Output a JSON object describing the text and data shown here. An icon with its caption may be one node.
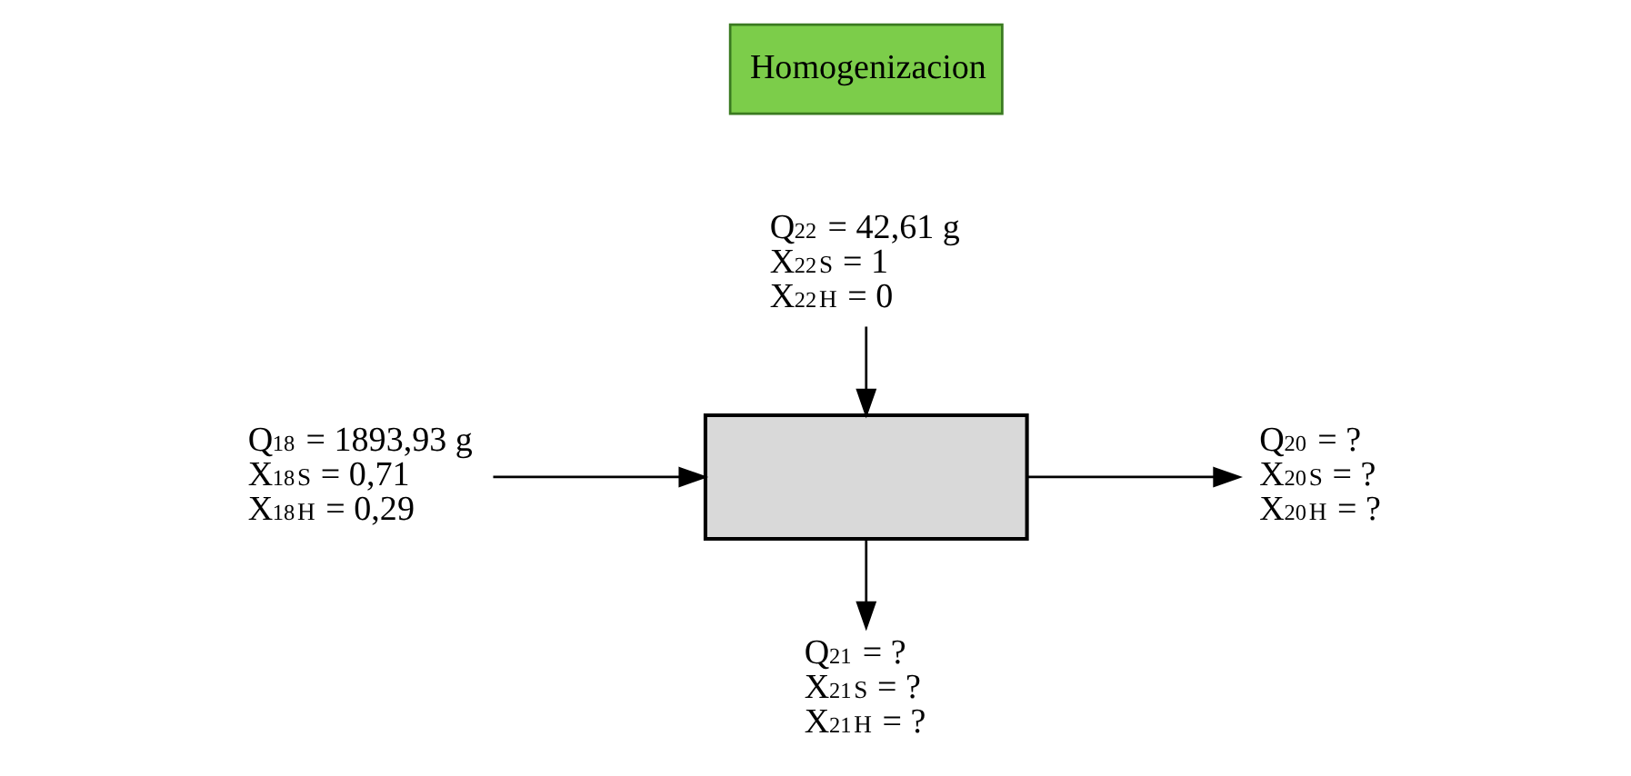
{
  "diagram": {
    "nodes": [
      {
        "text": [
          "Homogenizacion"
        ]
      },
      {
        "text": [
          "Q$_{22}$ = 42,61 g",
          "X$_{22}$$^{S}$ = 1",
          "X$_{22}$$^{H}$ = 0"
        ]
      },
      {
        "text": [
          "Q$_{18}$ = 1893,93 g",
          "X$_{18}$$^{S}$ = 0,71",
          "X$_{18}$$^{H}$ = 0,29"
        ]
      },
      {
        "text": [],
        "shape": "box"
      },
      {
        "text": [
          "Q$_{20}$ = ?",
          "X$_{20}$$^{S}$ = ?",
          "X$_{20}$$^{H}$ = ?"
        ]
      },
      {
        "text": [
          "Q$_{21}$ = ?",
          "X$_{21}$$^{S}$ = ?",
          "X$_{21}$$^{H}$ = ?"
        ]
      }
    ],
    "edges": [
      {
        "from": 1,
        "to": 3,
        "arrow": "to"
      },
      {
        "from": 2,
        "to": 3,
        "arrow": "to"
      },
      {
        "from": 3,
        "to": 4,
        "arrow": "to"
      },
      {
        "from": 3,
        "to": 5,
        "arrow": "to"
      }
    ]
  }
}
